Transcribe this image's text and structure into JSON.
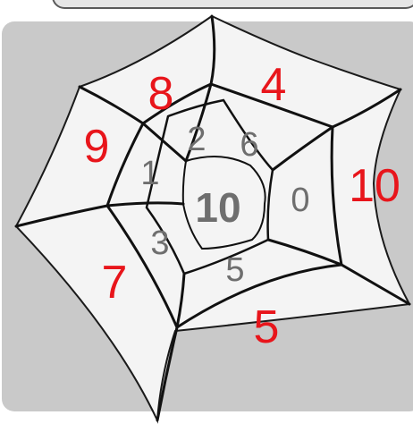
{
  "web": {
    "center_number": "10",
    "inner_numbers": [
      "2",
      "6",
      "1",
      "0",
      "3",
      "5"
    ],
    "outer_numbers": [
      "8",
      "4",
      "9",
      "10",
      "7",
      "5"
    ]
  },
  "colors": {
    "background_panel": "#c9c9c9",
    "web_fill": "#f4f4f4",
    "web_lines": "#111111",
    "inner_number_color": "#6e6e6e",
    "outer_number_color": "#e8151b"
  }
}
